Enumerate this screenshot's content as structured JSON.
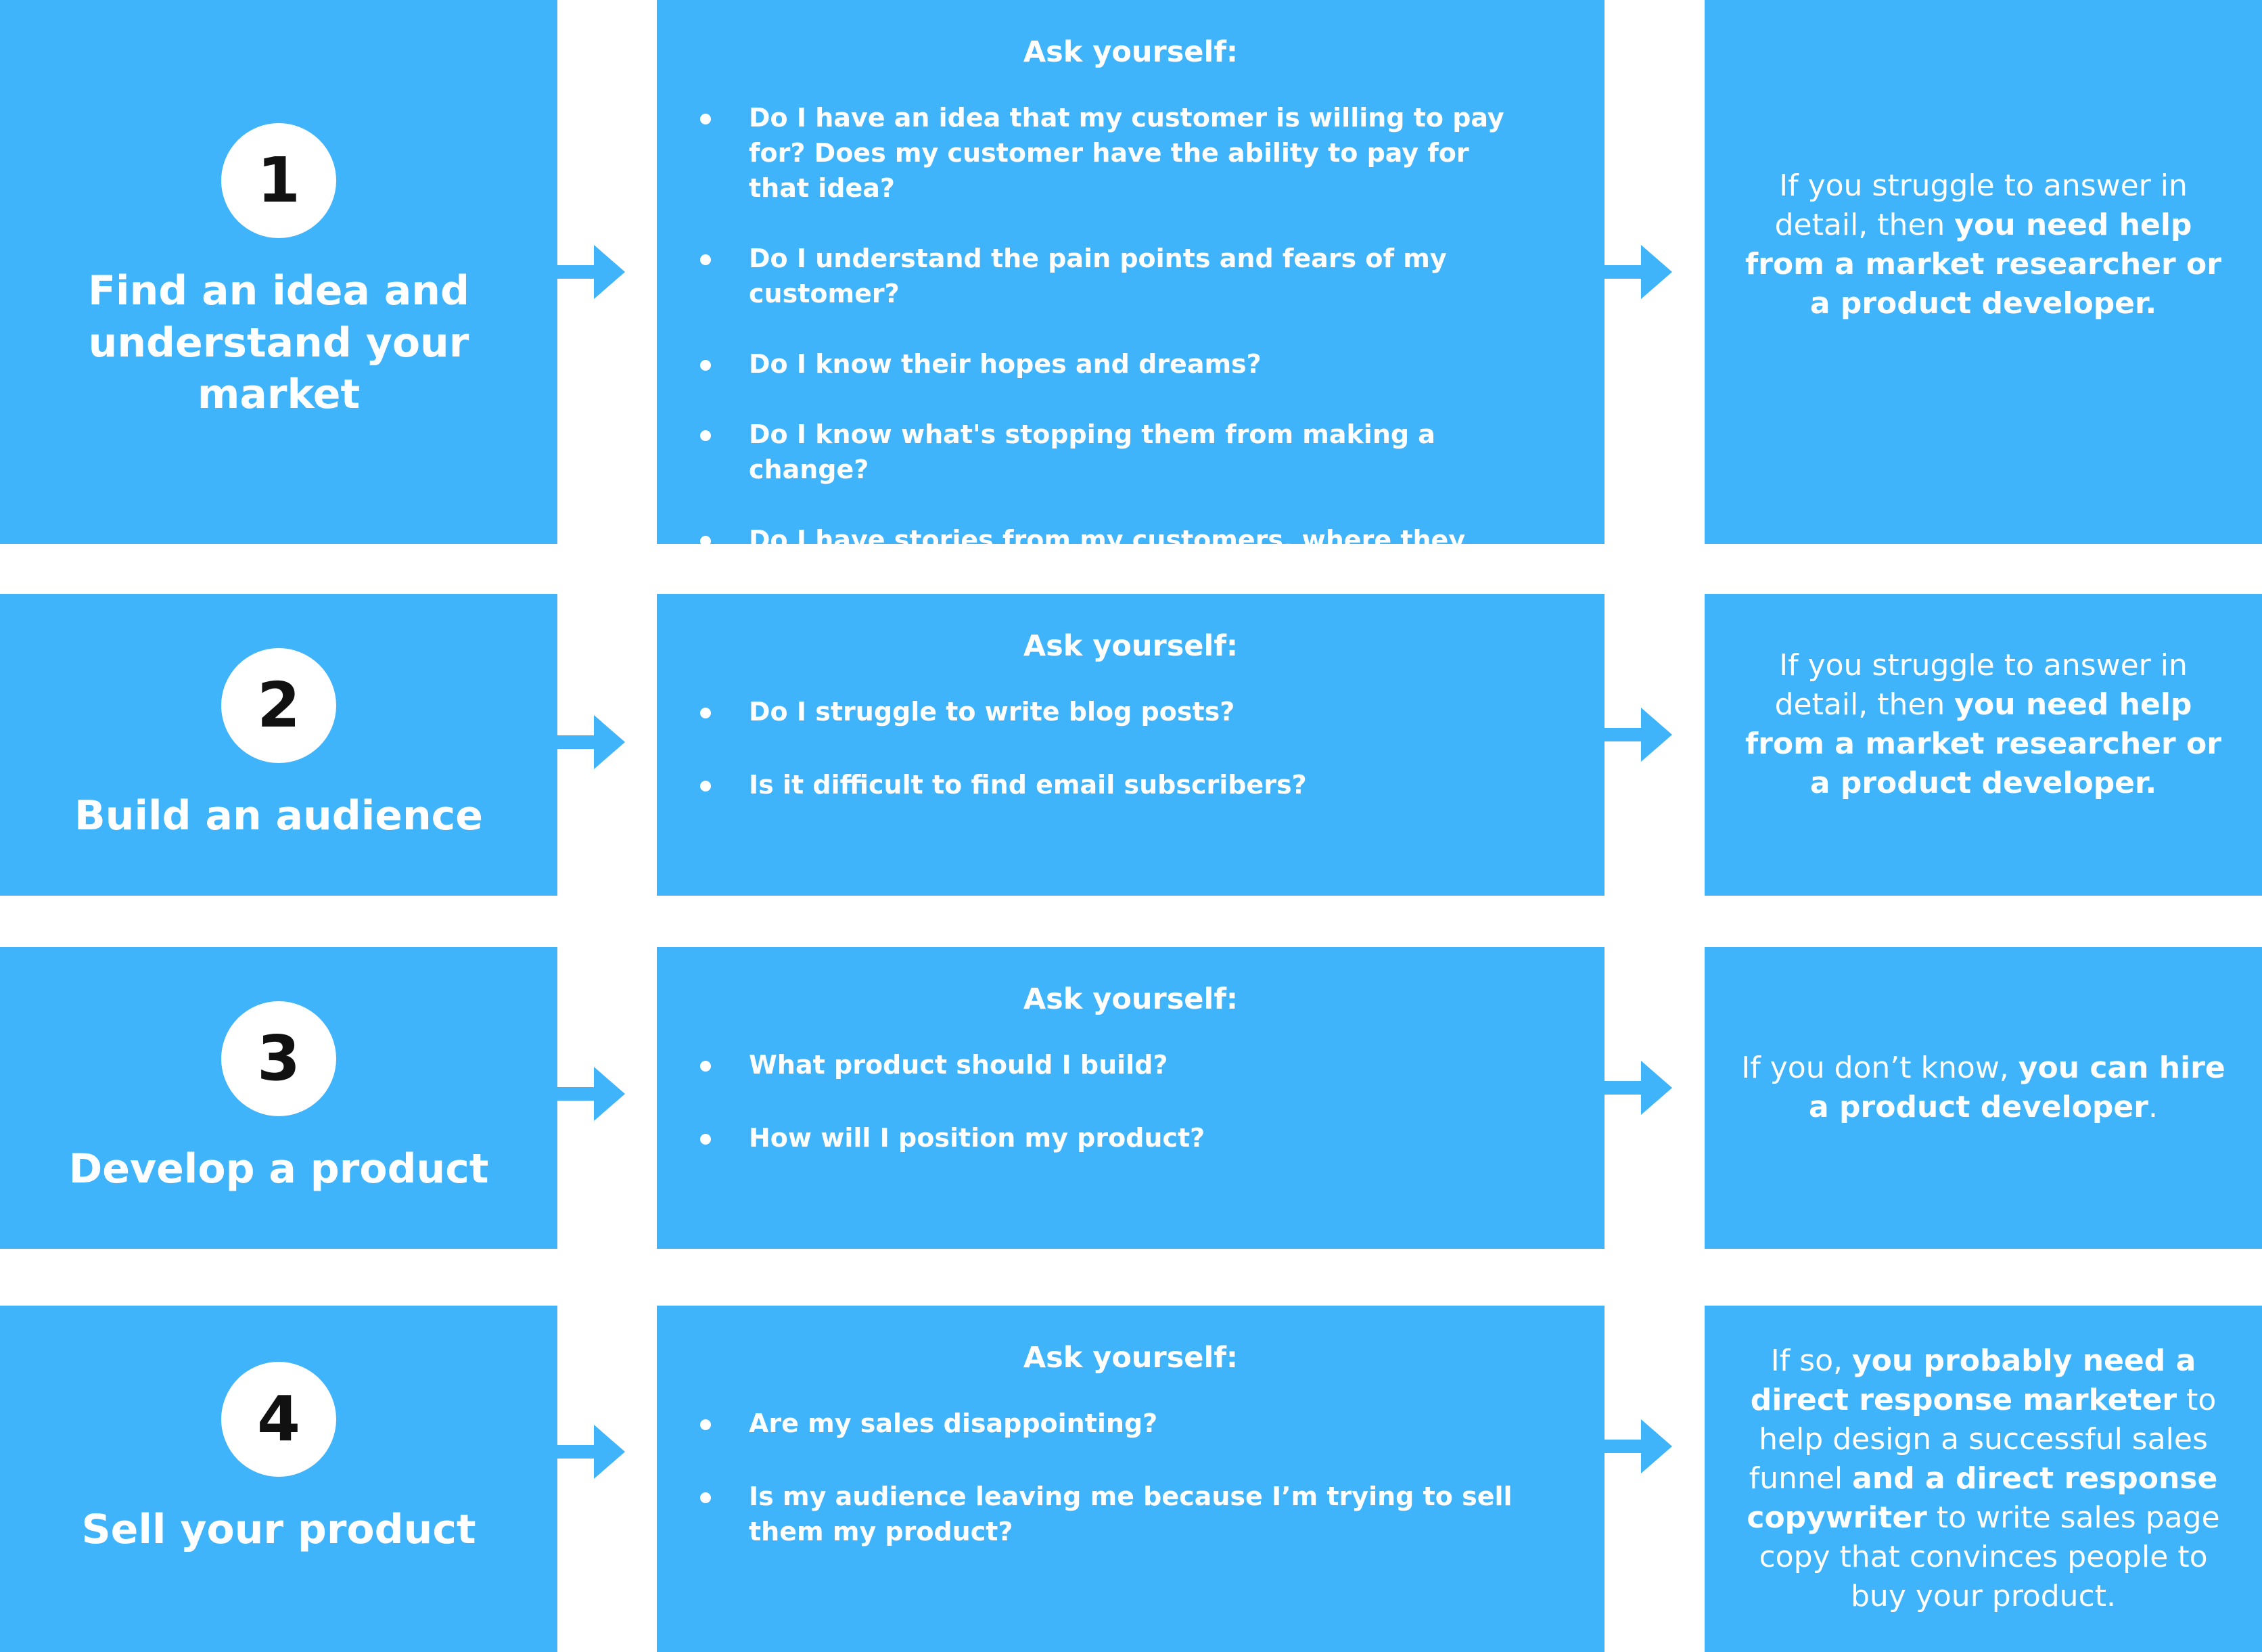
{
  "steps": [
    {
      "number": "1",
      "title": "Find an idea and\nunderstand your market",
      "ask": "Ask yourself:",
      "questions": [
        "Do I have an idea that my customer is willing to pay for? Does my customer have the ability to pay for that idea?",
        "Do I understand the pain points and fears of my customer?",
        "Do I know their hopes and dreams?",
        "Do I know what's stopping them from making a change?",
        "Do I have stories from my customers, where they talk about their pain, hopes, fears and dreams?"
      ],
      "advice": [
        {
          "text": "If you struggle to answer in detail, then ",
          "bold": false
        },
        {
          "text": "you need help from a market researcher or a product developer.",
          "bold": true
        }
      ]
    },
    {
      "number": "2",
      "title": "Build an audience",
      "ask": "Ask yourself:",
      "questions": [
        "Do I struggle to write blog posts?",
        "Is it difficult to find email subscribers?"
      ],
      "advice": [
        {
          "text": "If you struggle to answer in detail, then ",
          "bold": false
        },
        {
          "text": "you need help from a market researcher or a product developer.",
          "bold": true
        }
      ]
    },
    {
      "number": "3",
      "title": "Develop a product",
      "ask": "Ask yourself:",
      "questions": [
        "What product should I build?",
        "How will I position my product?"
      ],
      "advice": [
        {
          "text": "If you don’t know, ",
          "bold": false
        },
        {
          "text": "you can hire a product developer",
          "bold": true
        },
        {
          "text": ".",
          "bold": false
        }
      ]
    },
    {
      "number": "4",
      "title": "Sell your product",
      "ask": "Ask yourself:",
      "questions": [
        "Are my sales disappointing?",
        "Is my audience leaving me because I’m trying to sell them my product?"
      ],
      "advice": [
        {
          "text": "If so, ",
          "bold": false
        },
        {
          "text": "you probably need a direct response marketer",
          "bold": true
        },
        {
          "text": " to help design a successful sales funnel ",
          "bold": false
        },
        {
          "text": "and a direct response copywriter",
          "bold": true
        },
        {
          "text": " to write sales page copy that convinces people to buy your product.",
          "bold": false
        }
      ]
    }
  ],
  "colors": {
    "box": "#3fb4fb",
    "text": "#ffffff",
    "badge_text": "#111111"
  }
}
